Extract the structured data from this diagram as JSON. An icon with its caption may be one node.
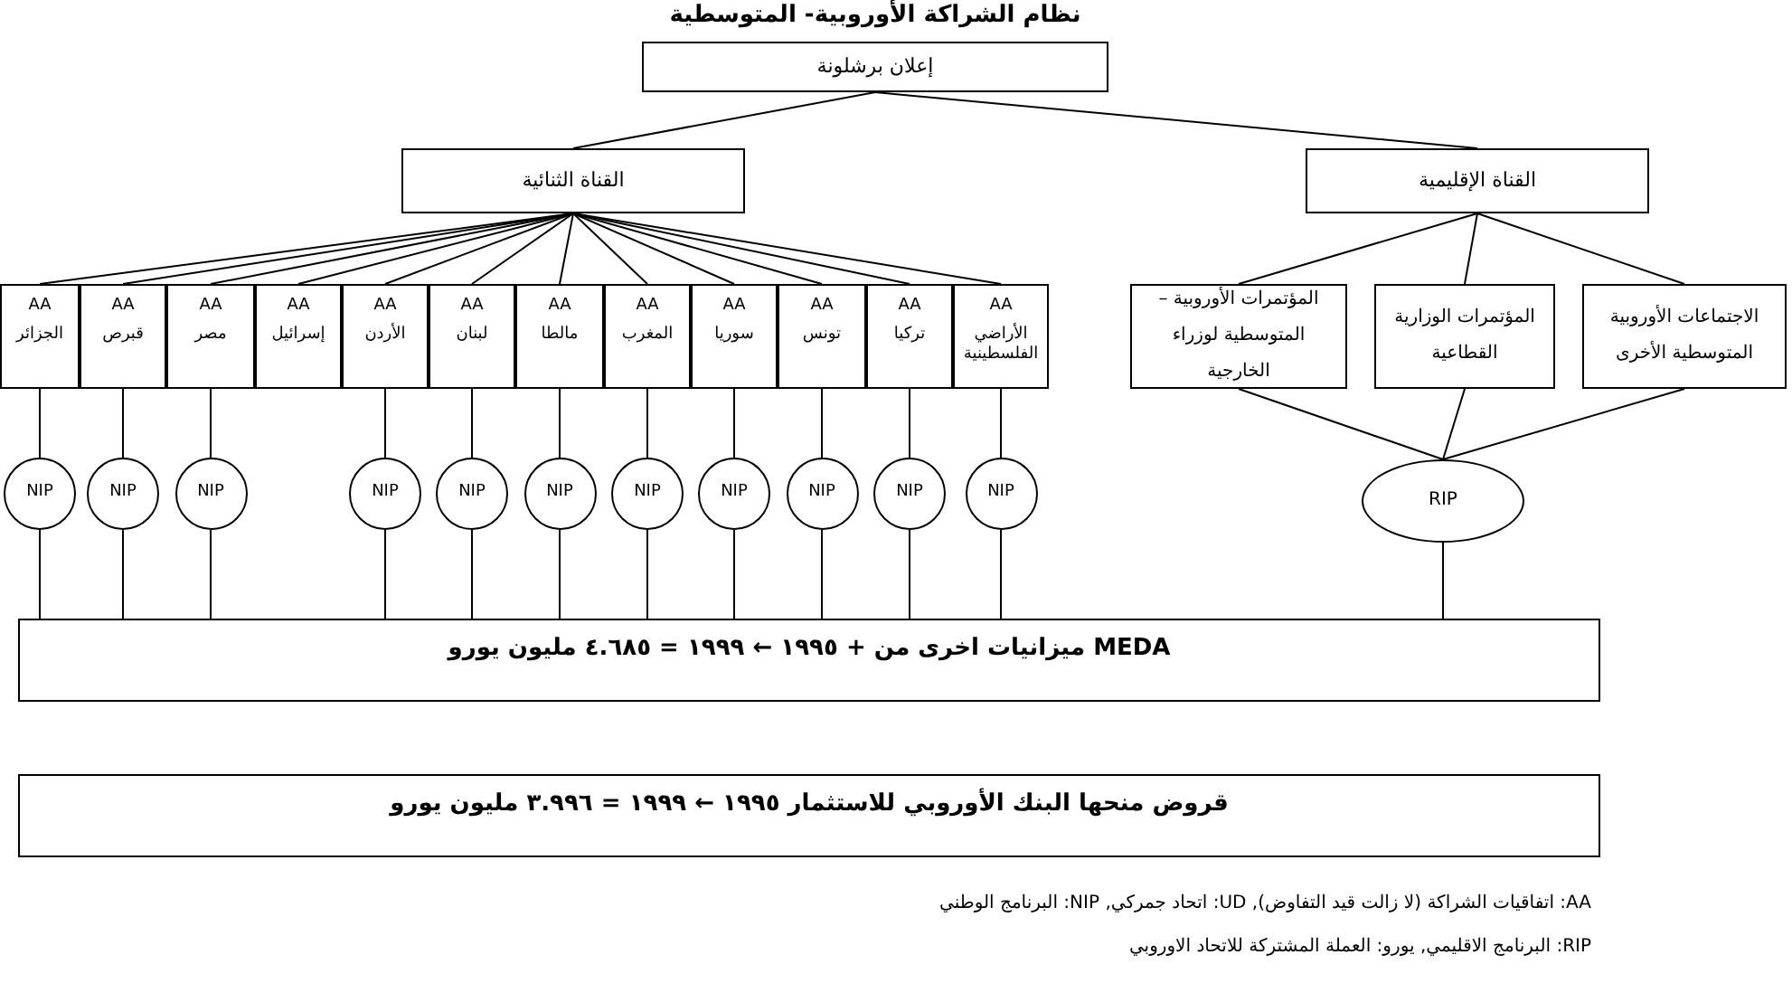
{
  "diagram": {
    "title": "نظام الشراكة الأوروبية- المتوسطية",
    "nodes": [
      {
        "text": [
          "إعلان برشلونة"
        ]
      },
      {
        "text": [
          "القناة الثنائية"
        ]
      },
      {
        "text": [
          "القناة الإقليمية"
        ]
      },
      {
        "text": [
          "AA",
          "الجزائر"
        ]
      },
      {
        "text": [
          "AA",
          "قبرص"
        ]
      },
      {
        "text": [
          "AA",
          "مصر"
        ]
      },
      {
        "text": [
          "AA",
          "إسرائيل"
        ]
      },
      {
        "text": [
          "AA",
          "الأردن"
        ]
      },
      {
        "text": [
          "AA",
          "لبنان"
        ]
      },
      {
        "text": [
          "AA",
          "مالطا"
        ]
      },
      {
        "text": [
          "AA",
          "المغرب"
        ]
      },
      {
        "text": [
          "AA",
          "سوريا"
        ]
      },
      {
        "text": [
          "AA",
          "تونس"
        ]
      },
      {
        "text": [
          "AA",
          "تركيا"
        ]
      },
      {
        "text": [
          "AA",
          "الأراضي الفلسطينية"
        ]
      },
      {
        "text": [
          "المؤتمرات الأوروبية – المتوسطية لوزراء الخارجية"
        ]
      },
      {
        "text": [
          "المؤتمرات الوزارية القطاعية"
        ]
      },
      {
        "text": [
          "الاجتماعات الأوروبية المتوسطية الأخرى"
        ]
      },
      {
        "text": [
          "NIP"
        ]
      },
      {
        "text": [
          "NIP"
        ]
      },
      {
        "text": [
          "NIP"
        ]
      },
      {
        "text": [
          "NIP"
        ]
      },
      {
        "text": [
          "NIP"
        ]
      },
      {
        "text": [
          "NIP"
        ]
      },
      {
        "text": [
          "NIP"
        ]
      },
      {
        "text": [
          "NIP"
        ]
      },
      {
        "text": [
          "NIP"
        ]
      },
      {
        "text": [
          "NIP"
        ]
      },
      {
        "text": [
          "NIP"
        ]
      },
      {
        "text": [
          "RIP"
        ]
      },
      {
        "text": [
          "MEDA ميزانيات اخرى من + ١٩٩٥ ← ١٩٩٩ = ٤.٦٨٥ مليون يورو"
        ]
      },
      {
        "text": [
          "قروض منحها البنك الأوروبي للاستثمار ١٩٩٥ ← ١٩٩٩ = ٣.٩٩٦ مليون يورو"
        ]
      }
    ],
    "edges": [
      {
        "from": 0,
        "to": 1,
        "arrow": "none"
      },
      {
        "from": 0,
        "to": 2,
        "arrow": "none"
      },
      {
        "from": 1,
        "to": 3,
        "arrow": "none"
      },
      {
        "from": 1,
        "to": 4,
        "arrow": "none"
      },
      {
        "from": 1,
        "to": 5,
        "arrow": "none"
      },
      {
        "from": 1,
        "to": 6,
        "arrow": "none"
      },
      {
        "from": 1,
        "to": 7,
        "arrow": "none"
      },
      {
        "from": 1,
        "to": 8,
        "arrow": "none"
      },
      {
        "from": 1,
        "to": 9,
        "arrow": "none"
      },
      {
        "from": 1,
        "to": 10,
        "arrow": "none"
      },
      {
        "from": 1,
        "to": 11,
        "arrow": "none"
      },
      {
        "from": 1,
        "to": 12,
        "arrow": "none"
      },
      {
        "from": 1,
        "to": 13,
        "arrow": "none"
      },
      {
        "from": 1,
        "to": 14,
        "arrow": "none"
      },
      {
        "from": 2,
        "to": 15,
        "arrow": "none"
      },
      {
        "from": 2,
        "to": 16,
        "arrow": "none"
      },
      {
        "from": 2,
        "to": 17,
        "arrow": "none"
      },
      {
        "from": 3,
        "to": 18,
        "arrow": "none"
      },
      {
        "from": 4,
        "to": 19,
        "arrow": "none"
      },
      {
        "from": 5,
        "to": 20,
        "arrow": "none"
      },
      {
        "from": 7,
        "to": 21,
        "arrow": "none"
      },
      {
        "from": 8,
        "to": 22,
        "arrow": "none"
      },
      {
        "from": 9,
        "to": 23,
        "arrow": "none"
      },
      {
        "from": 10,
        "to": 24,
        "arrow": "none"
      },
      {
        "from": 11,
        "to": 25,
        "arrow": "none"
      },
      {
        "from": 12,
        "to": 26,
        "arrow": "none"
      },
      {
        "from": 13,
        "to": 27,
        "arrow": "none"
      },
      {
        "from": 14,
        "to": 28,
        "arrow": "none"
      },
      {
        "from": 15,
        "to": 29,
        "arrow": "none"
      },
      {
        "from": 16,
        "to": 29,
        "arrow": "none"
      },
      {
        "from": 17,
        "to": 29,
        "arrow": "none"
      },
      {
        "from": 18,
        "to": 30,
        "arrow": "none"
      },
      {
        "from": 19,
        "to": 30,
        "arrow": "none"
      },
      {
        "from": 20,
        "to": 30,
        "arrow": "none"
      },
      {
        "from": 21,
        "to": 30,
        "arrow": "none"
      },
      {
        "from": 22,
        "to": 30,
        "arrow": "none"
      },
      {
        "from": 23,
        "to": 30,
        "arrow": "none"
      },
      {
        "from": 24,
        "to": 30,
        "arrow": "none"
      },
      {
        "from": 25,
        "to": 30,
        "arrow": "none"
      },
      {
        "from": 26,
        "to": 30,
        "arrow": "none"
      },
      {
        "from": 27,
        "to": 30,
        "arrow": "none"
      },
      {
        "from": 28,
        "to": 30,
        "arrow": "none"
      },
      {
        "from": 29,
        "to": 30,
        "arrow": "none"
      }
    ],
    "labels": [
      "AA: اتفاقيات الشراكة (لا زالت قيد التفاوض), UD: اتحاد جمركي, NIP: البرنامج الوطني",
      "RIP: البرنامج الاقليمي, يورو: العملة المشتركة للاتحاد الاوروبي"
    ]
  }
}
